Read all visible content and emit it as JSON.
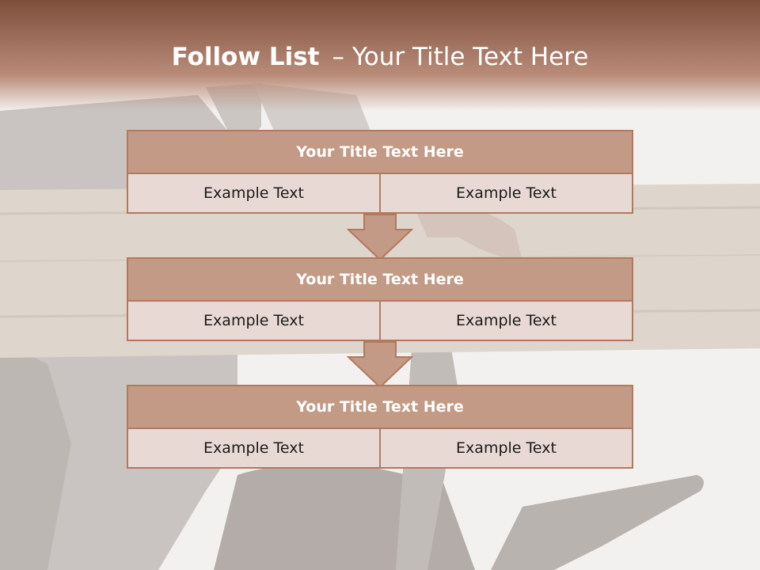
{
  "header": {
    "title_bold": "Follow List",
    "separator": "–",
    "title_rest": "Your Title Text Here"
  },
  "steps": [
    {
      "title": "Your Title Text Here",
      "left": "Example Text",
      "right": "Example Text"
    },
    {
      "title": "Your Title Text Here",
      "left": "Example Text",
      "right": "Example Text"
    },
    {
      "title": "Your Title Text Here",
      "left": "Example Text",
      "right": "Example Text"
    }
  ],
  "colors": {
    "header_dark": "#7e4f3a",
    "box_title_fill": "#c39a85",
    "box_cell_fill": "#e9d9d4",
    "box_border": "#b2795f",
    "arrow_fill": "#c39a85"
  }
}
